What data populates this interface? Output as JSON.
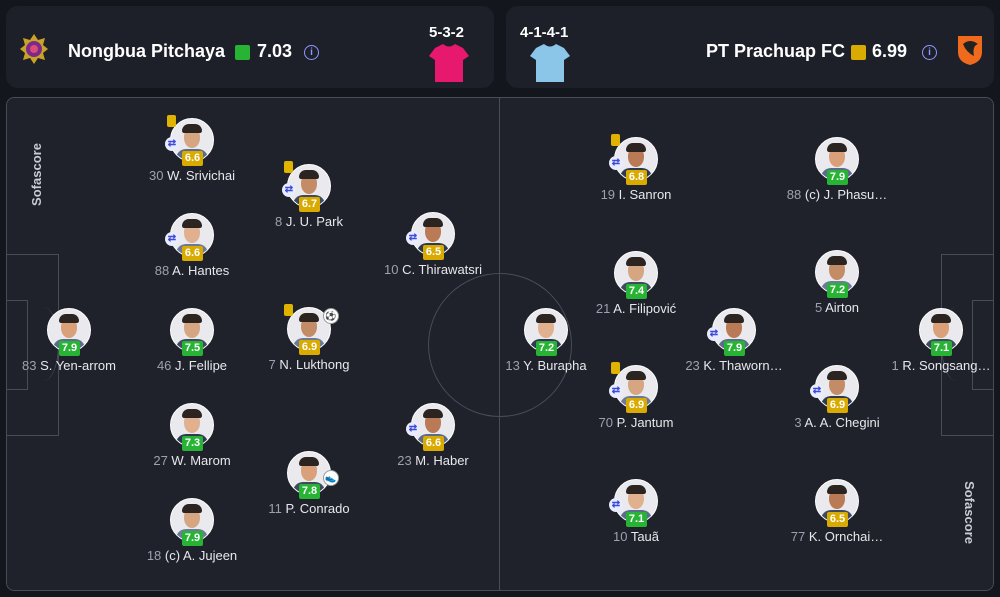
{
  "home": {
    "name": "Nongbua Pitchaya",
    "rating": "7.03",
    "rating_color": "#27b434",
    "formation": "5-3-2",
    "jersey_color": "#e6196f"
  },
  "away": {
    "name": "PT Prachuap FC",
    "rating": "6.99",
    "rating_color": "#d9aa00",
    "formation": "4-1-4-1",
    "jersey_color": "#8bc5e8"
  },
  "info_icon": "i",
  "brand_label": "Sofascore",
  "badge_colors": {
    "green": "#27b434",
    "yellow": "#d9aa00"
  },
  "home_players": [
    {
      "num": "30",
      "name": "W. Srivichai",
      "rating": "6.6",
      "color": "yellow",
      "card": true,
      "sub": true
    },
    {
      "num": "8",
      "name": "J. U. Park",
      "rating": "6.7",
      "color": "yellow",
      "card": true,
      "sub": true
    },
    {
      "num": "88",
      "name": "A. Hantes",
      "rating": "6.6",
      "color": "yellow",
      "sub": true
    },
    {
      "num": "10",
      "name": "C. Thirawatsri",
      "rating": "6.5",
      "color": "yellow",
      "sub": true
    },
    {
      "num": "83",
      "name": "S. Yen-arrom",
      "rating": "7.9",
      "color": "green"
    },
    {
      "num": "46",
      "name": "J. Fellipe",
      "rating": "7.5",
      "color": "green"
    },
    {
      "num": "7",
      "name": "N. Lukthong",
      "rating": "6.9",
      "color": "yellow",
      "card": true,
      "goal": true
    },
    {
      "num": "27",
      "name": "W. Marom",
      "rating": "7.3",
      "color": "green"
    },
    {
      "num": "23",
      "name": "M. Haber",
      "rating": "6.6",
      "color": "yellow",
      "sub": true
    },
    {
      "num": "11",
      "name": "P. Conrado",
      "rating": "7.8",
      "color": "green",
      "assist": true
    },
    {
      "num": "18",
      "name": "(c) A. Jujeen",
      "rating": "7.9",
      "color": "green"
    }
  ],
  "away_players": [
    {
      "num": "19",
      "name": "I. Sanron",
      "rating": "6.8",
      "color": "yellow",
      "card": true,
      "sub": true
    },
    {
      "num": "88",
      "name": "(c) J. Phasu…",
      "rating": "7.9",
      "color": "green"
    },
    {
      "num": "21",
      "name": "A. Filipović",
      "rating": "7.4",
      "color": "green"
    },
    {
      "num": "5",
      "name": "Airton",
      "rating": "7.2",
      "color": "green"
    },
    {
      "num": "13",
      "name": "Y. Burapha",
      "rating": "7.2",
      "color": "green"
    },
    {
      "num": "23",
      "name": "K. Thaworn…",
      "rating": "7.9",
      "color": "green",
      "sub": true
    },
    {
      "num": "1",
      "name": "R. Songsang…",
      "rating": "7.1",
      "color": "green"
    },
    {
      "num": "70",
      "name": "P. Jantum",
      "rating": "6.9",
      "color": "yellow",
      "card": true,
      "sub": true
    },
    {
      "num": "3",
      "name": "A. A. Chegini",
      "rating": "6.9",
      "color": "yellow",
      "sub": true
    },
    {
      "num": "10",
      "name": "Tauã",
      "rating": "7.1",
      "color": "green",
      "sub": true
    },
    {
      "num": "77",
      "name": "K. Ornchai…",
      "rating": "6.5",
      "color": "yellow"
    }
  ]
}
